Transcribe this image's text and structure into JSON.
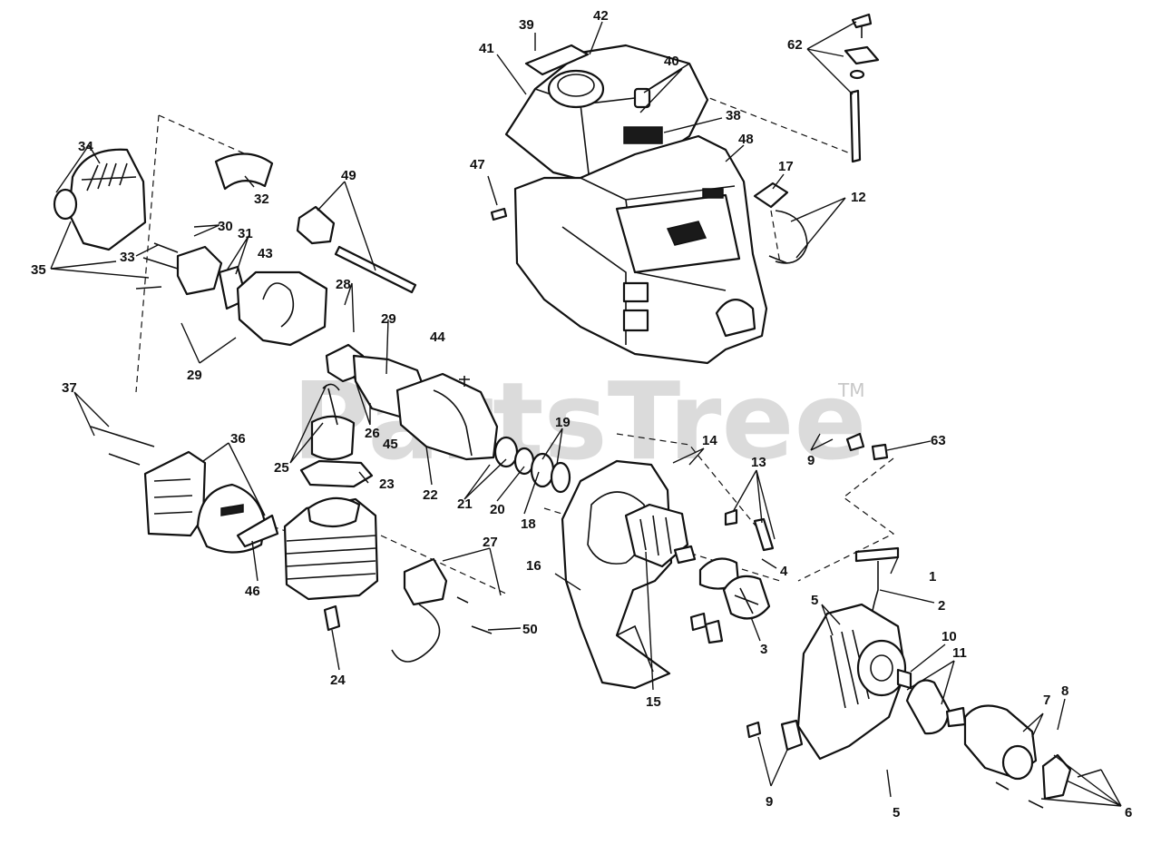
{
  "watermark": {
    "text": "PartsTree",
    "trademark": "TM"
  },
  "callouts": [
    "1",
    "2",
    "3",
    "4",
    "5",
    "5",
    "6",
    "7",
    "8",
    "9",
    "9",
    "10",
    "11",
    "12",
    "13",
    "14",
    "15",
    "16",
    "17",
    "18",
    "19",
    "20",
    "21",
    "22",
    "23",
    "24",
    "25",
    "26",
    "27",
    "28",
    "29",
    "29",
    "30",
    "31",
    "32",
    "33",
    "34",
    "35",
    "36",
    "37",
    "38",
    "39",
    "40",
    "41",
    "42",
    "43",
    "44",
    "45",
    "46",
    "47",
    "48",
    "49",
    "50",
    "62",
    "63"
  ]
}
